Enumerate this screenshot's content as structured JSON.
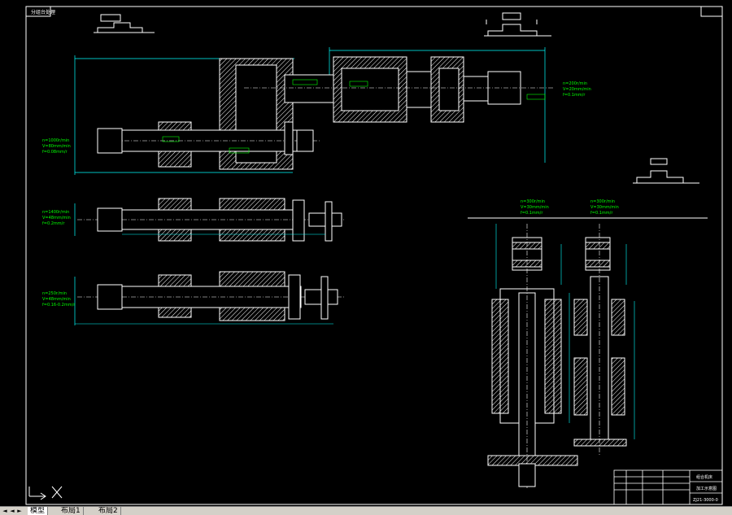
{
  "drawing": {
    "colors": {
      "background": "#000000",
      "line": "#ffffff",
      "dim": "#00ffff",
      "text": "#00ff00",
      "frame": "#ffffff"
    },
    "corner_label": "分组台处理",
    "spindle_blocks": [
      {
        "lines": [
          "n=1000r/min",
          "V=80mm/min",
          "f=0.08mm/r"
        ]
      },
      {
        "lines": [
          "n=1400r/min",
          "V=48mm/min",
          "f=0.2mm/r"
        ]
      },
      {
        "lines": [
          "n=250r/min",
          "V=48mm/min",
          "f=0.16-0.2mm/r"
        ]
      },
      {
        "lines": [
          "n=200r/min",
          "V=20mm/min",
          "f=0.1mm/r"
        ]
      },
      {
        "lines": [
          "n=300r/min",
          "V=30mm/min",
          "f=0.1mm/r"
        ]
      },
      {
        "lines": [
          "n=300r/min",
          "V=30mm/min",
          "f=0.1mm/r"
        ]
      }
    ],
    "title_block": {
      "name": "组合机床",
      "sub": "加工示意图",
      "code": "ZJ21-3000-0"
    }
  },
  "tabs": {
    "items": [
      {
        "label": "模型"
      },
      {
        "label": "布局1"
      },
      {
        "label": "布局2"
      }
    ]
  }
}
